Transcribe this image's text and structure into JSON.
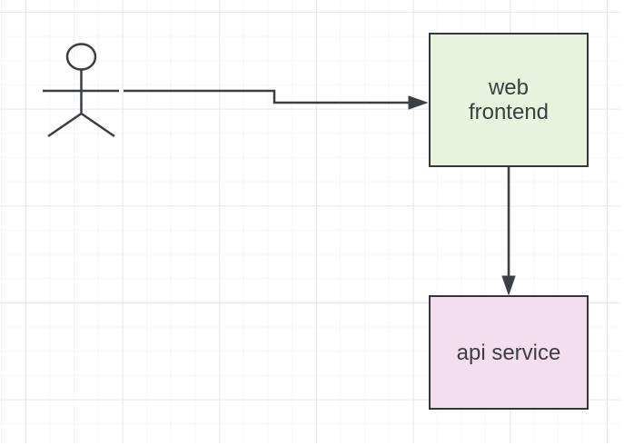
{
  "diagram": {
    "type": "flow-diagram",
    "actor": {
      "id": "user-actor",
      "shape": "stick-figure",
      "label": ""
    },
    "nodes": [
      {
        "id": "web-frontend",
        "label": "web\nfrontend",
        "shape": "rectangle",
        "fill": "#e7f3dc"
      },
      {
        "id": "api-service",
        "label": "api service",
        "shape": "rectangle",
        "fill": "#f4deed"
      }
    ],
    "edges": [
      {
        "from": "user-actor",
        "to": "web-frontend",
        "arrow": "classic",
        "routing": "orthogonal"
      },
      {
        "from": "web-frontend",
        "to": "api-service",
        "arrow": "classic",
        "routing": "straight"
      }
    ],
    "colors": {
      "stroke": "#33373d",
      "text": "#3b3e44",
      "grid_minor": "#f4f4f4",
      "grid_major": "#e9e9e9",
      "background": "#ffffff"
    }
  }
}
